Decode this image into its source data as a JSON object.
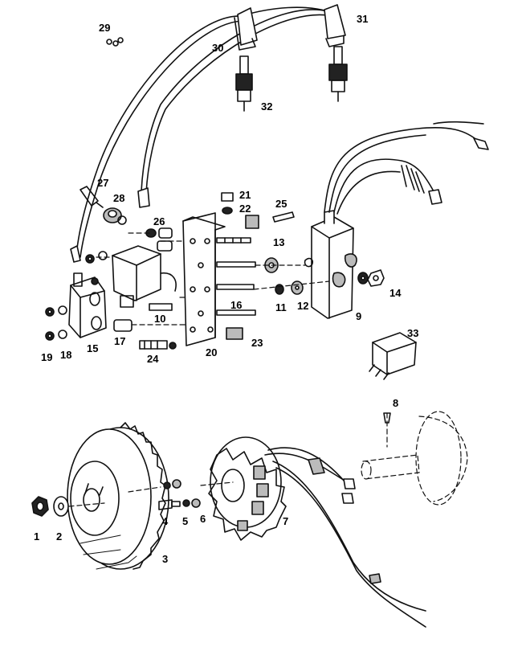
{
  "callouts": {
    "c1": "1",
    "c2": "2",
    "c3": "3",
    "c4": "4",
    "c5": "5",
    "c6": "6",
    "c7": "7",
    "c8": "8",
    "c9": "9",
    "c10": "10",
    "c11": "11",
    "c12": "12",
    "c13": "13",
    "c14": "14",
    "c15": "15",
    "c16": "16",
    "c17": "17",
    "c18": "18",
    "c19": "19",
    "c20": "20",
    "c21": "21",
    "c22": "22",
    "c23": "23",
    "c24": "24",
    "c25": "25",
    "c26": "26",
    "c27": "27",
    "c28": "28",
    "c29": "29",
    "c30": "30",
    "c31": "31",
    "c32": "32",
    "c33": "33"
  }
}
